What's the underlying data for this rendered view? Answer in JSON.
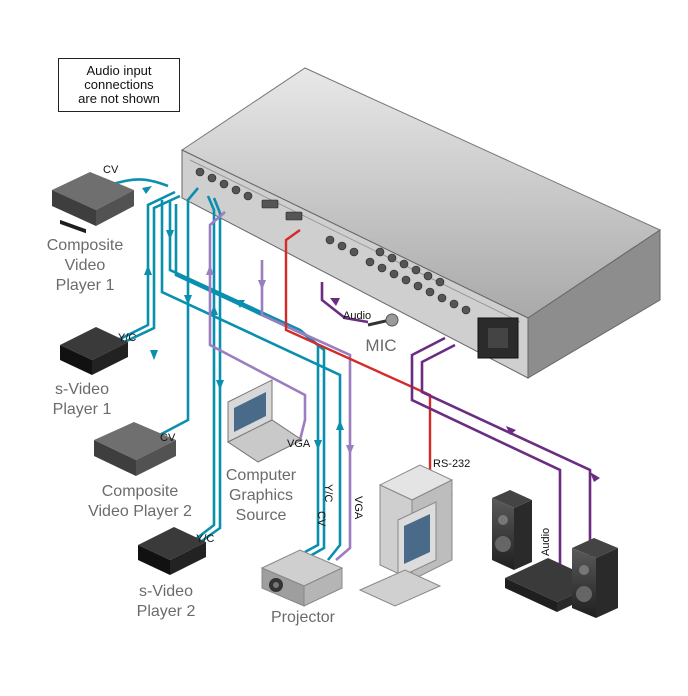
{
  "note": {
    "lines": [
      "Audio input",
      "connections",
      "are not shown"
    ]
  },
  "devices": {
    "composite_player_1": [
      "Composite",
      "Video",
      "Player 1"
    ],
    "svideo_player_1": [
      "s-Video",
      "Player 1"
    ],
    "composite_player_2": [
      "Composite",
      "Video Player 2"
    ],
    "svideo_player_2": [
      "s-Video",
      "Player 2"
    ],
    "computer_graphics": [
      "Computer",
      "Graphics",
      "Source"
    ],
    "mic": "MIC",
    "projector": "Projector"
  },
  "connections": {
    "cv_1": "CV",
    "yc_1": "Y/C",
    "cv_2": "CV",
    "yc_2": "Y/C",
    "vga_laptop": "VGA",
    "audio_mic": "Audio",
    "yc_proj": "Y/C",
    "cv_proj": "CV",
    "vga_proj": "VGA",
    "rs232": "RS-232",
    "audio_out": "Audio"
  },
  "colors": {
    "video_cable": "#0a8fae",
    "vga_cable": "#9b7dc0",
    "rs232_cable": "#d42a2a",
    "audio_cable": "#6a2d82",
    "device_dark": "#2a2a2a"
  }
}
